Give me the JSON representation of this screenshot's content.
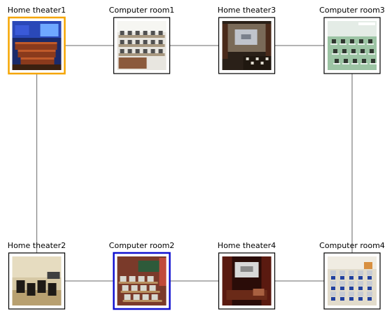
{
  "nodes": [
    {
      "id": "ht1",
      "label": "Home theater1",
      "kind": "home-theater",
      "state": "highlighted-orange",
      "scene": "blue-lit cinema room with rows of red leather recliners"
    },
    {
      "id": "cr1",
      "label": "Computer room1",
      "kind": "computer-room",
      "state": "normal",
      "scene": "bright lab with rows of desks and monitors"
    },
    {
      "id": "ht3",
      "label": "Home theater3",
      "kind": "home-theater",
      "state": "normal",
      "scene": "dark room with a projected screen"
    },
    {
      "id": "cr3",
      "label": "Computer room3",
      "kind": "computer-room",
      "state": "normal",
      "scene": "green-tinted lab with white walls"
    },
    {
      "id": "ht2",
      "label": "Home theater2",
      "kind": "home-theater",
      "state": "normal",
      "scene": "beige room with dark armchairs"
    },
    {
      "id": "cr2",
      "label": "Computer room2",
      "kind": "computer-room",
      "state": "highlighted-blue",
      "scene": "classroom with blackboard and CRT computers"
    },
    {
      "id": "ht4",
      "label": "Home theater4",
      "kind": "home-theater",
      "state": "normal",
      "scene": "dark red theater with lit screen"
    },
    {
      "id": "cr4",
      "label": "Computer room4",
      "kind": "computer-room",
      "state": "normal",
      "scene": "lab with rows of blue chairs and monitors"
    }
  ],
  "edges": [
    [
      "ht1",
      "cr1"
    ],
    [
      "cr1",
      "ht3"
    ],
    [
      "ht3",
      "cr3"
    ],
    [
      "ht1",
      "ht2"
    ],
    [
      "cr3",
      "cr4"
    ],
    [
      "ht2",
      "cr2"
    ],
    [
      "cr2",
      "ht4"
    ],
    [
      "ht4",
      "cr4"
    ]
  ],
  "colors": {
    "edge": "#888888",
    "frame": "#000000",
    "highlight_orange": "#f5a500",
    "highlight_blue": "#1010d0"
  }
}
